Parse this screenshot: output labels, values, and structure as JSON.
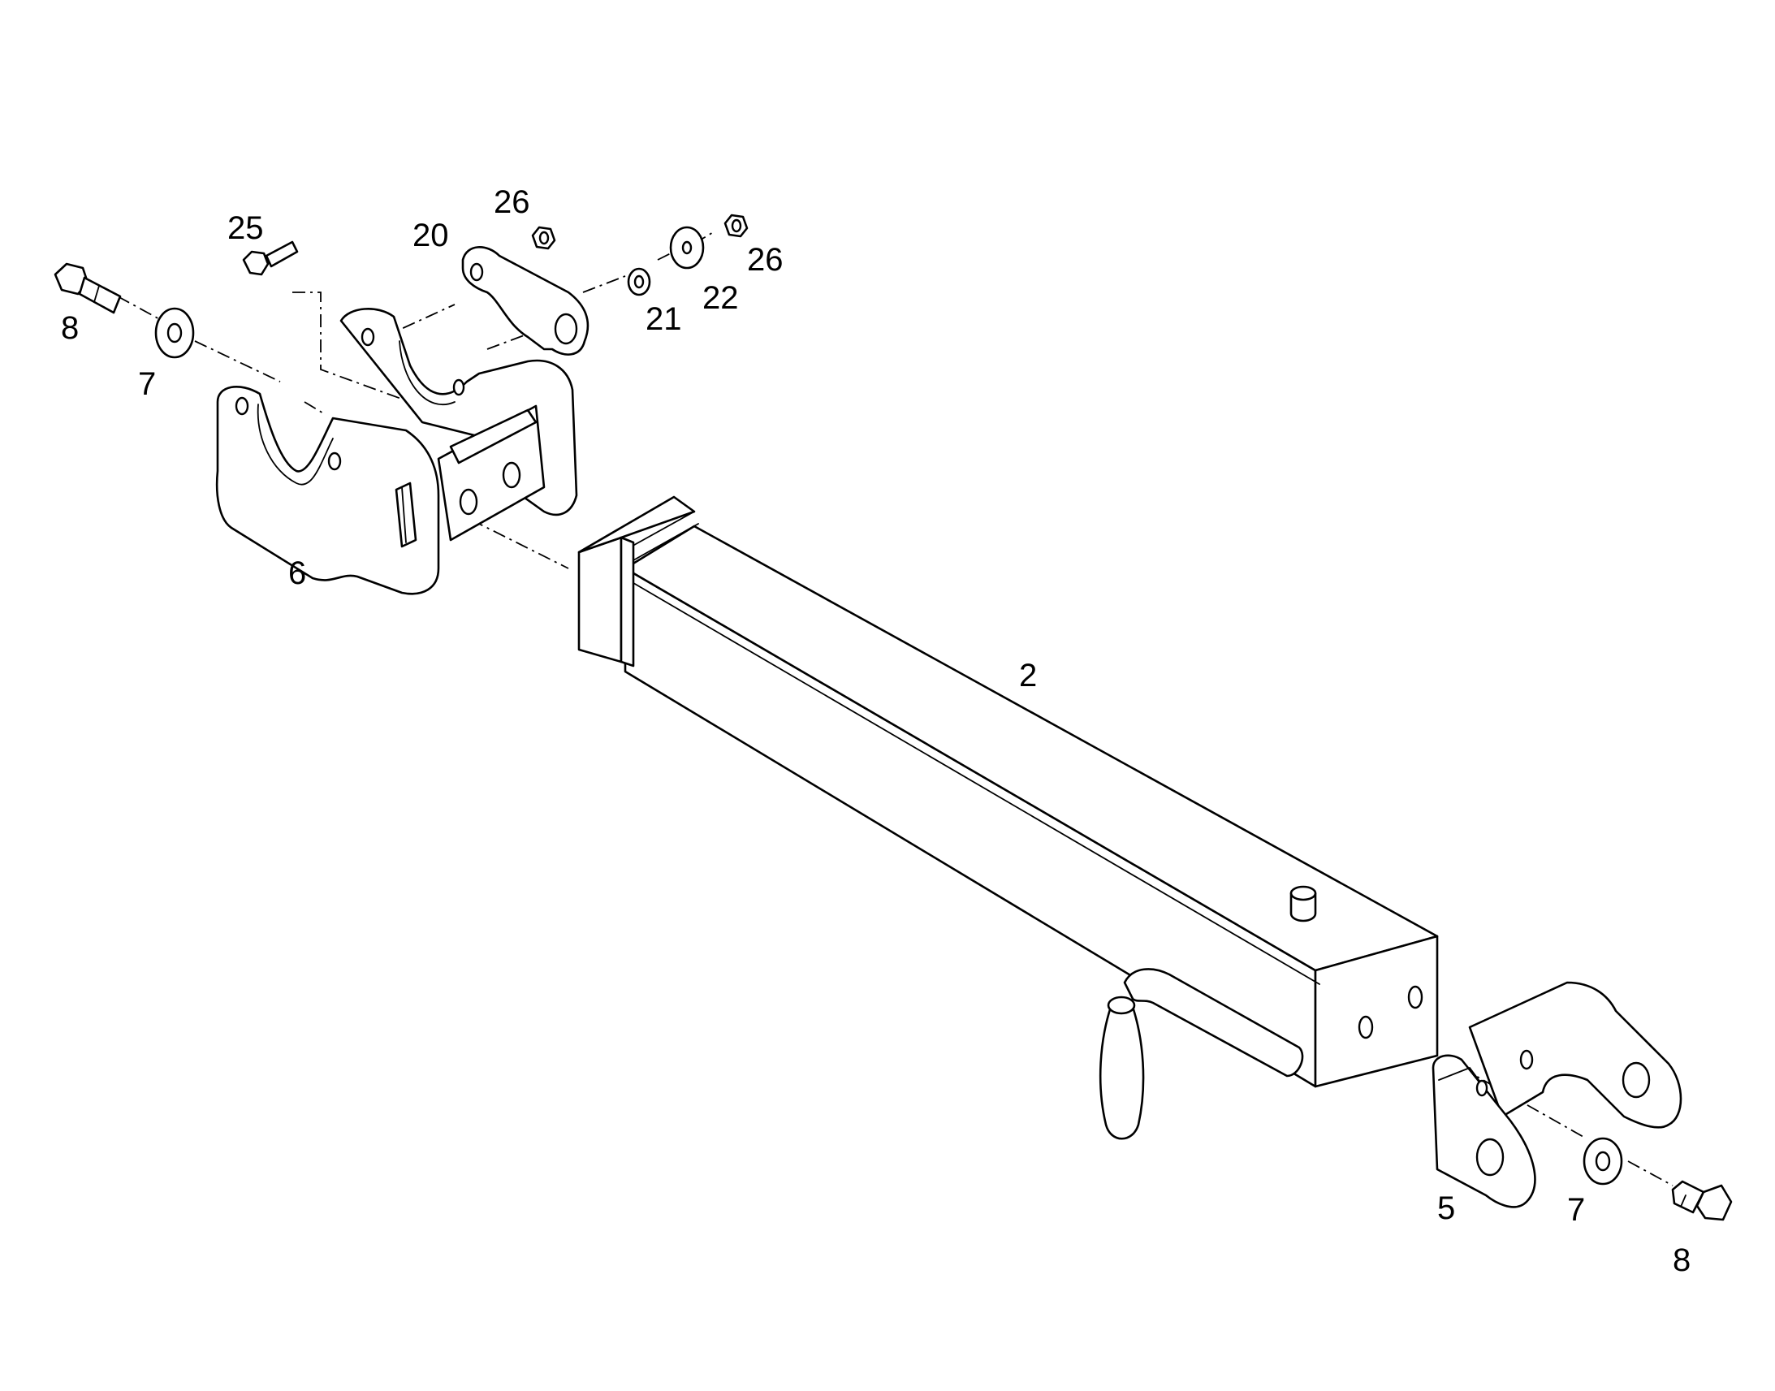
{
  "callouts": {
    "part_25": "25",
    "part_20": "20",
    "part_26_upper": "26",
    "part_26_right": "26",
    "part_8_left": "8",
    "part_7_left": "7",
    "part_21": "21",
    "part_22": "22",
    "part_6": "6",
    "part_2": "2",
    "part_5": "5",
    "part_7_right": "7",
    "part_8_right": "8"
  },
  "colors": {
    "line": "#000000",
    "background": "#ffffff"
  }
}
